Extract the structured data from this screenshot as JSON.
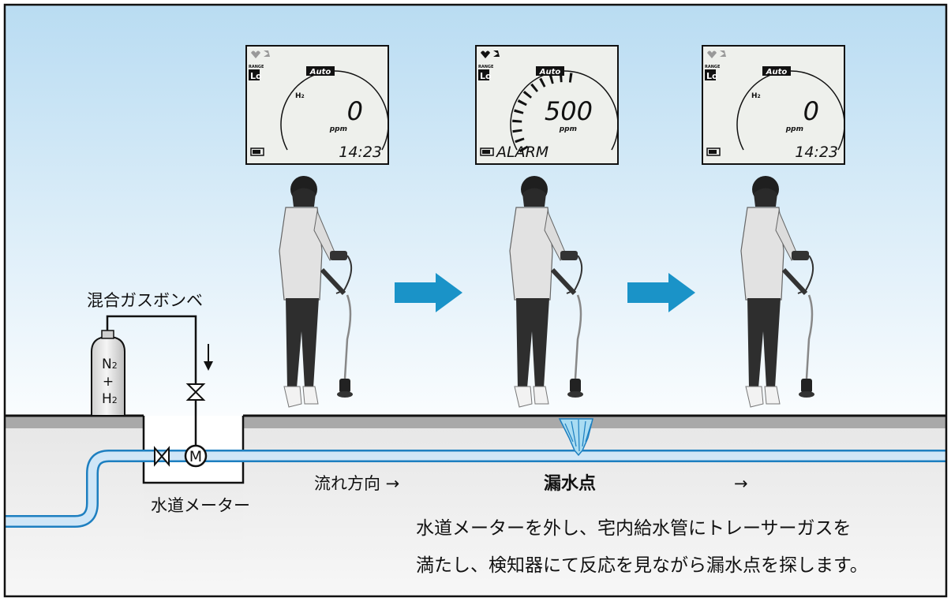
{
  "cylinder": {
    "label": "混合ガスボンベ",
    "gas_line1": "N",
    "gas_sub1": "2",
    "gas_plus": "+",
    "gas_line2": "H",
    "gas_sub2": "2"
  },
  "meter": {
    "label": "水道メーター",
    "symbol": "M"
  },
  "flow": {
    "label": "流れ方向 →",
    "arrow2": "→"
  },
  "leak_point": {
    "label": "漏水点"
  },
  "description": {
    "line1": "水道メーターを外し、宅内給水管にトレーサーガスを",
    "line2": "満たし、検知器にて反応を見ながら漏水点を探します。"
  },
  "displays": [
    {
      "range_small": "RANGE",
      "range": "Lo",
      "mode": "Auto",
      "gas": "H",
      "gas_sub": "2",
      "value": "0",
      "unit": "ppm",
      "bottom": "14:23",
      "bar_level": 0.0
    },
    {
      "range_small": "RANGE",
      "range": "Lo",
      "mode": "Auto",
      "gas": "",
      "gas_sub": "",
      "value": "500",
      "unit": "ppm",
      "bottom": "ALARM",
      "bar_level": 0.62
    },
    {
      "range_small": "RANGE",
      "range": "Lo",
      "mode": "Auto",
      "gas": "H",
      "gas_sub": "2",
      "value": "0",
      "unit": "ppm",
      "bottom": "14:23",
      "bar_level": 0.0
    }
  ],
  "colors": {
    "sky_top": "#b9dcf2",
    "arrow": "#1a93c8",
    "pipe_fill": "#cfe6f7",
    "pipe_stroke": "#1d7fc0",
    "ground": "#ececec",
    "ground_edge": "#a9a9a9",
    "lcd_bg": "#eef0ec",
    "leak_fill": "#a9dcf2"
  }
}
